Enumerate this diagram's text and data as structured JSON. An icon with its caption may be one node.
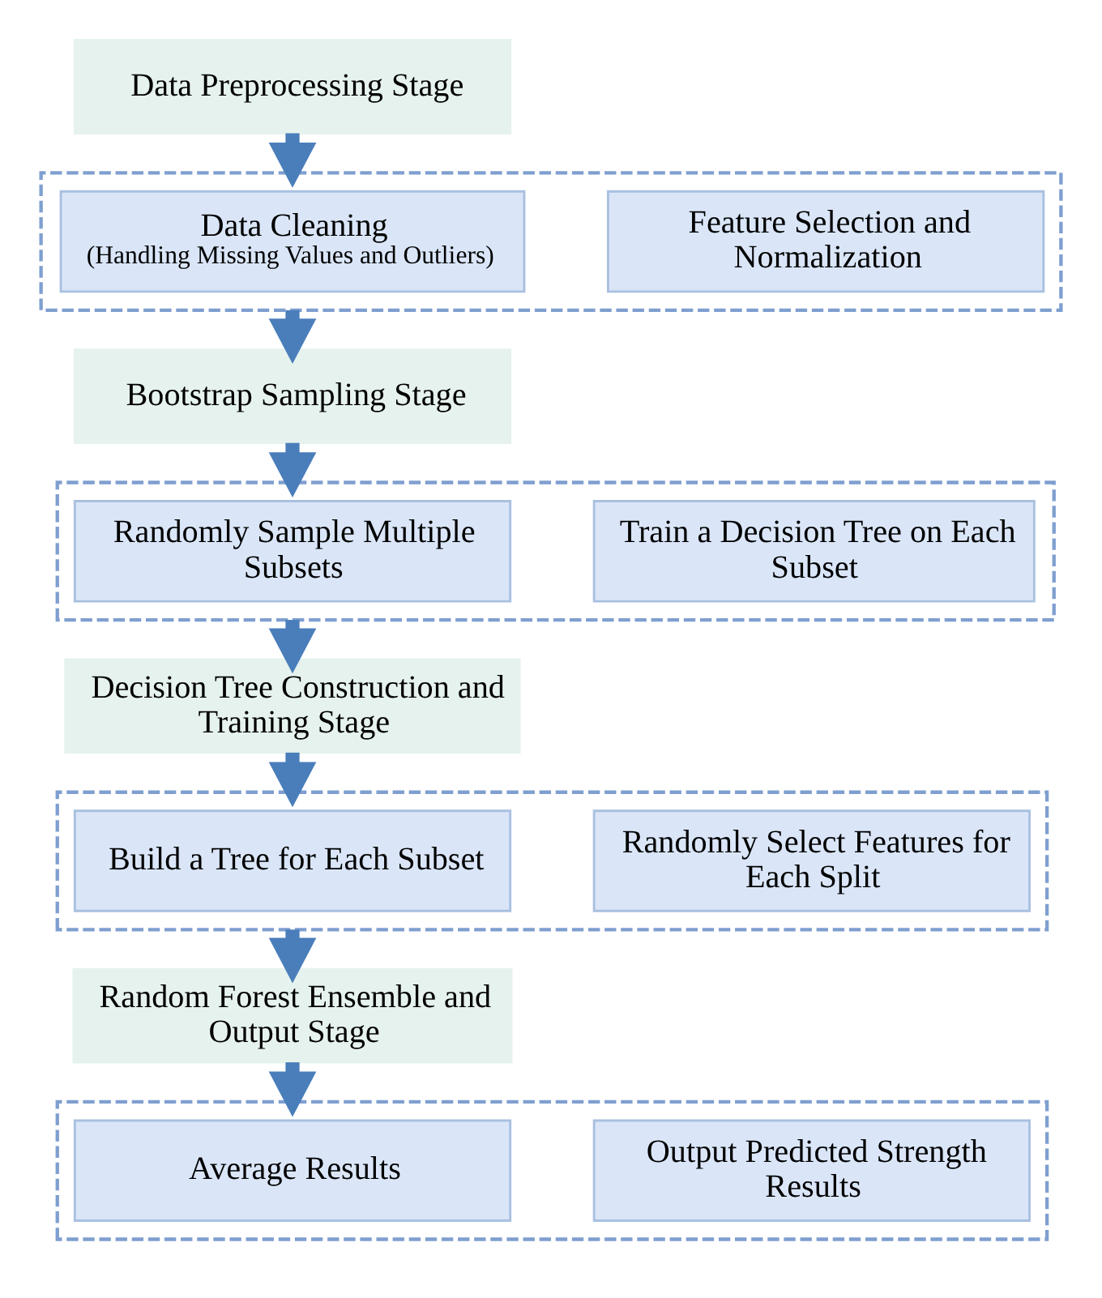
{
  "diagram": {
    "nodes": [
      {
        "text": [
          "Data Preprocessing Stage"
        ]
      },
      {
        "text": [],
        "shape": "box"
      },
      {
        "text": [
          "Data Cleaning",
          "(Handling Missing Values and Outliers)"
        ],
        "in": 1
      },
      {
        "text": [
          "Feature Selection and Normalization"
        ],
        "in": 1
      },
      {
        "text": [
          "Bootstrap Sampling Stage"
        ]
      },
      {
        "text": [],
        "shape": "box"
      },
      {
        "text": [
          "Randomly Sample Multiple Subsets"
        ],
        "in": 5
      },
      {
        "text": [
          "Train a Decision Tree on Each Subset"
        ],
        "in": 5
      },
      {
        "text": [
          "Decision Tree Construction and Training Stage"
        ]
      },
      {
        "text": [],
        "shape": "box"
      },
      {
        "text": [
          "Build a Tree for Each Subset"
        ],
        "in": 9
      },
      {
        "text": [
          "Randomly Select Features for Each Split"
        ],
        "in": 9
      },
      {
        "text": [
          "Random Forest Ensemble and Output Stage"
        ]
      },
      {
        "text": [],
        "shape": "box"
      },
      {
        "text": [
          "Average Results"
        ],
        "in": 13
      },
      {
        "text": [
          "Output Predicted Strength Results"
        ],
        "in": 13
      }
    ],
    "edges": [
      {
        "from": 0,
        "to": 1,
        "arrow": "to"
      },
      {
        "from": 1,
        "to": 4,
        "arrow": "to"
      },
      {
        "from": 4,
        "to": 5,
        "arrow": "to"
      },
      {
        "from": 5,
        "to": 8,
        "arrow": "to"
      },
      {
        "from": 8,
        "to": 9,
        "arrow": "to"
      },
      {
        "from": 9,
        "to": 12,
        "arrow": "to"
      },
      {
        "from": 12,
        "to": 13,
        "arrow": "to"
      }
    ]
  }
}
